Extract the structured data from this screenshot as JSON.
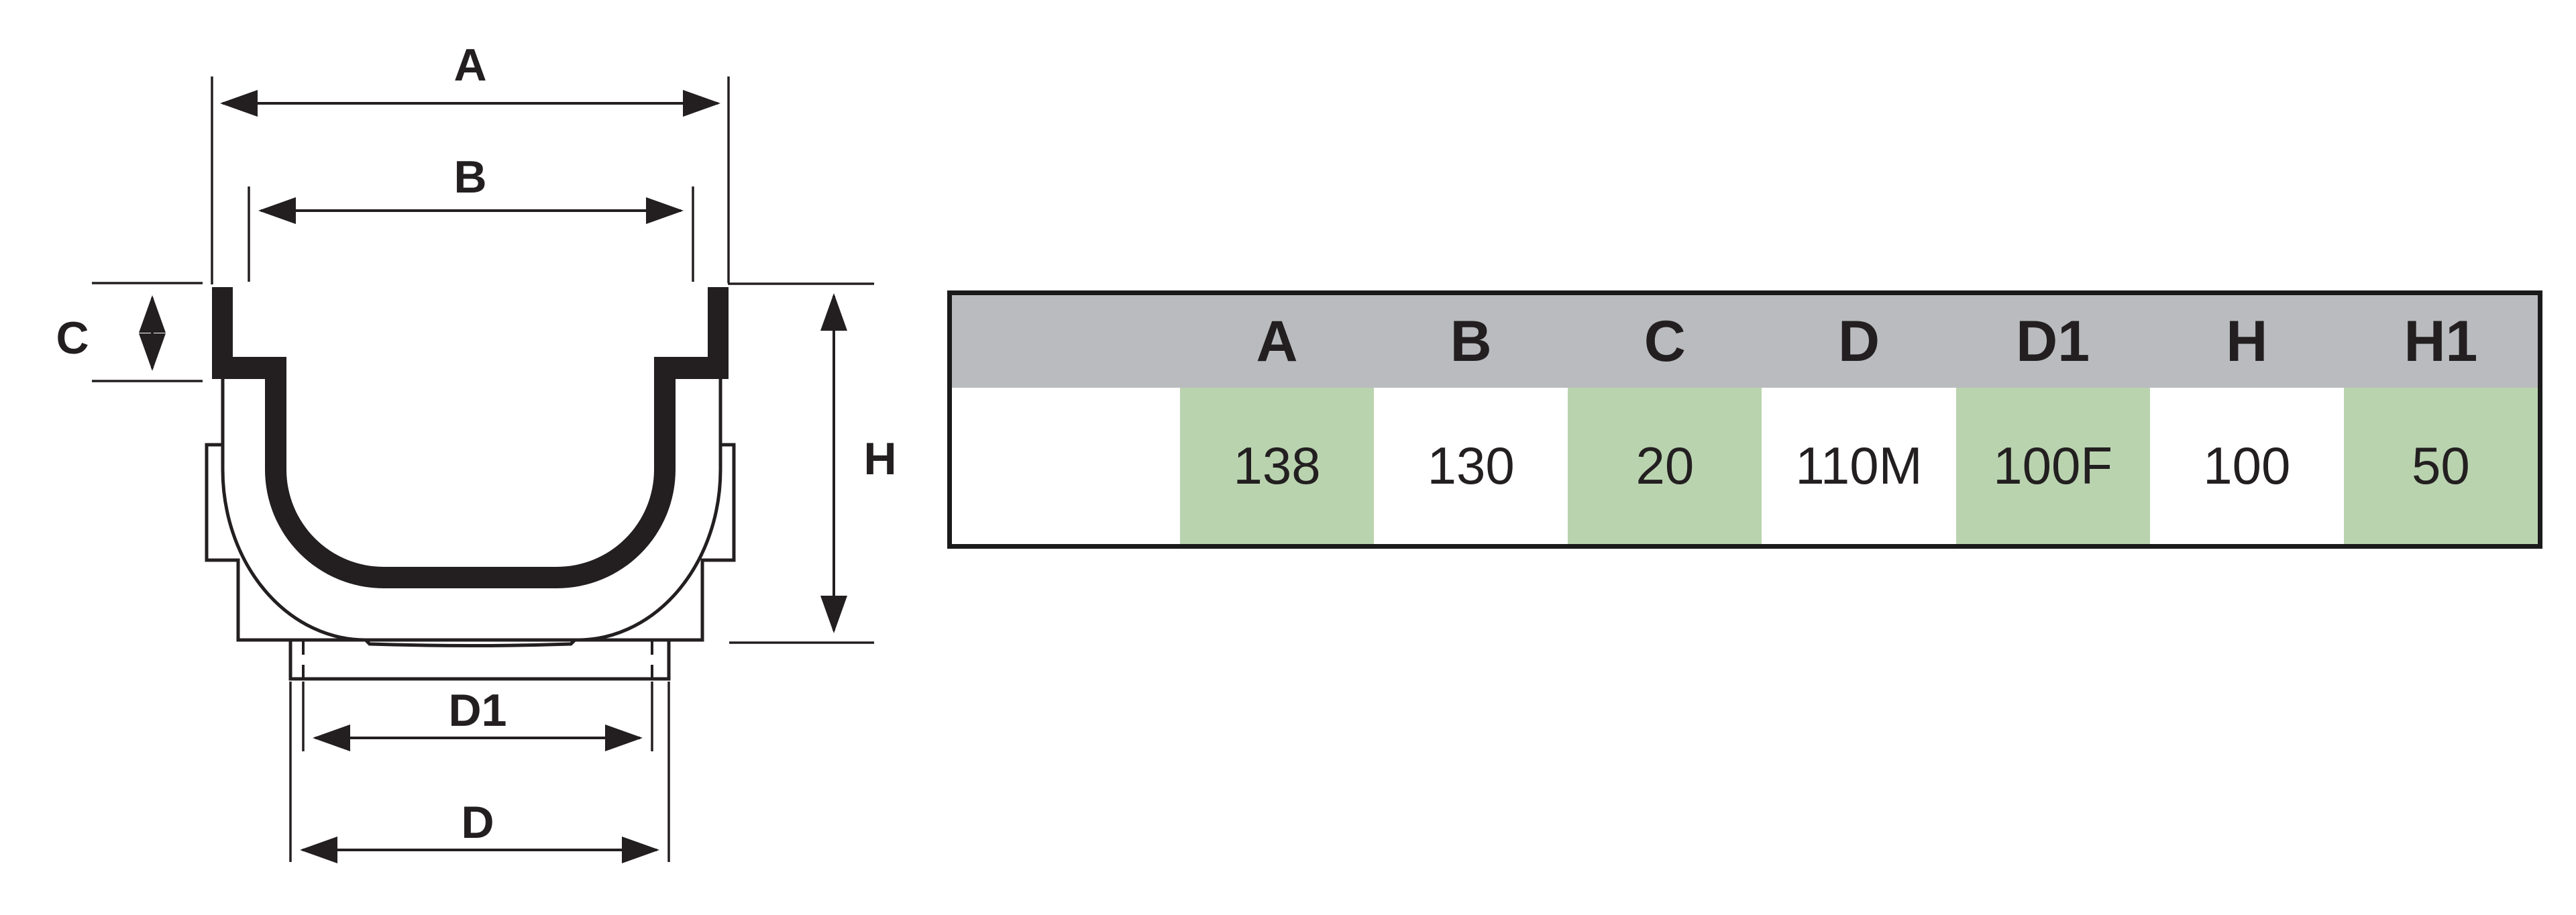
{
  "diagram": {
    "labels": {
      "a": "A",
      "b": "B",
      "c": "C",
      "d": "D",
      "d1": "D1",
      "h": "H"
    }
  },
  "table": {
    "headers": [
      "",
      "A",
      "B",
      "C",
      "D",
      "D1",
      "H",
      "H1"
    ],
    "values": [
      "",
      "138",
      "130",
      "20",
      "110M",
      "100F",
      "100",
      "50"
    ],
    "colors": {
      "header_bg": "#b9bbbe",
      "highlight_green": "#b9d3af",
      "border": "#1a1a1a",
      "text": "#231f20"
    }
  }
}
